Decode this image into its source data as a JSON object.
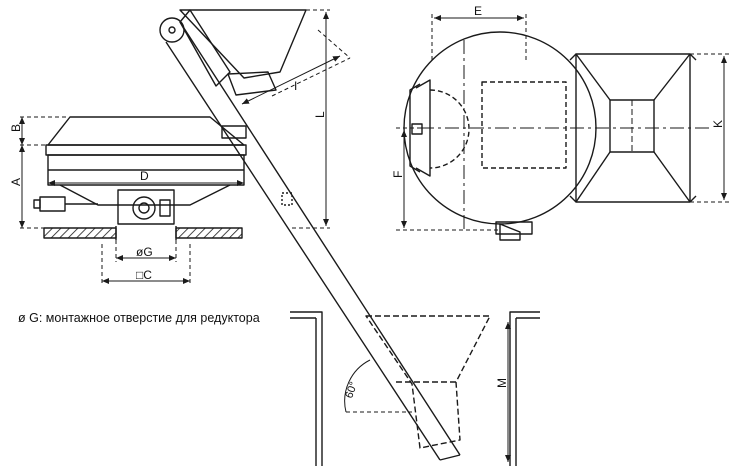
{
  "labels": {
    "A": "A",
    "B": "B",
    "D": "D",
    "G": "øG",
    "C": "□C",
    "L": "L",
    "I": "I",
    "E": "E",
    "F": "F",
    "K": "K",
    "M": "M",
    "angle": "60°"
  },
  "note": "ø G: монтажное отверстие для редуктора",
  "colors": {
    "line": "#1a1a1a",
    "hatch": "#1a1a1a",
    "background": "#ffffff"
  }
}
